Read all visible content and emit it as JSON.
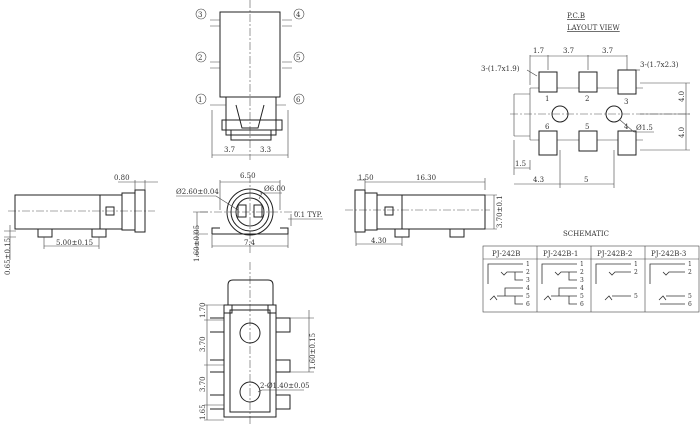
{
  "top_view": {
    "pins": [
      "3",
      "4",
      "2",
      "5",
      "1",
      "6"
    ],
    "dims": [
      "3.7",
      "3.3"
    ]
  },
  "left_side_view": {
    "dims": [
      "0.80",
      "5.00±0.15",
      "0.65±0.15"
    ]
  },
  "front_view": {
    "dims": [
      "6.50",
      "Ø2.60±0.04",
      "Ø6.00",
      "0.1 TYP.",
      "7.4",
      "1.60±0.05"
    ]
  },
  "right_side_view": {
    "dims": [
      "1.50",
      "16.30",
      "4.30",
      "3.70±0.1"
    ]
  },
  "pcb_layout": {
    "title_line1": "P.C.B",
    "title_line2": "LAYOUT VIEW",
    "pad_numbers": [
      "1",
      "2",
      "3",
      "6",
      "5",
      "4"
    ],
    "dims": [
      "1.7",
      "3.7",
      "3.7",
      "3-(1.7x1.9)",
      "3-(1.7x2.3)",
      "4.0",
      "4.0",
      "Ø1.5",
      "1.5",
      "4.3",
      "5"
    ]
  },
  "schematic": {
    "title": "SCHEMATIC",
    "models": [
      {
        "name": "PJ-242B",
        "pins": [
          "1",
          "2",
          "3",
          "4",
          "5",
          "6"
        ]
      },
      {
        "name": "PJ-242B-1",
        "pins": [
          "1",
          "2",
          "3",
          "4",
          "5",
          "6"
        ]
      },
      {
        "name": "PJ-242B-2",
        "pins": [
          "1",
          "2",
          "5"
        ]
      },
      {
        "name": "PJ-242B-3",
        "pins": [
          "1",
          "2",
          "5",
          "6"
        ]
      }
    ]
  },
  "bottom_view": {
    "dims": [
      "1.70",
      "3.70",
      "3.70",
      "1.65",
      "1.60±0.15",
      "2-Ø1.40±0.05"
    ]
  }
}
